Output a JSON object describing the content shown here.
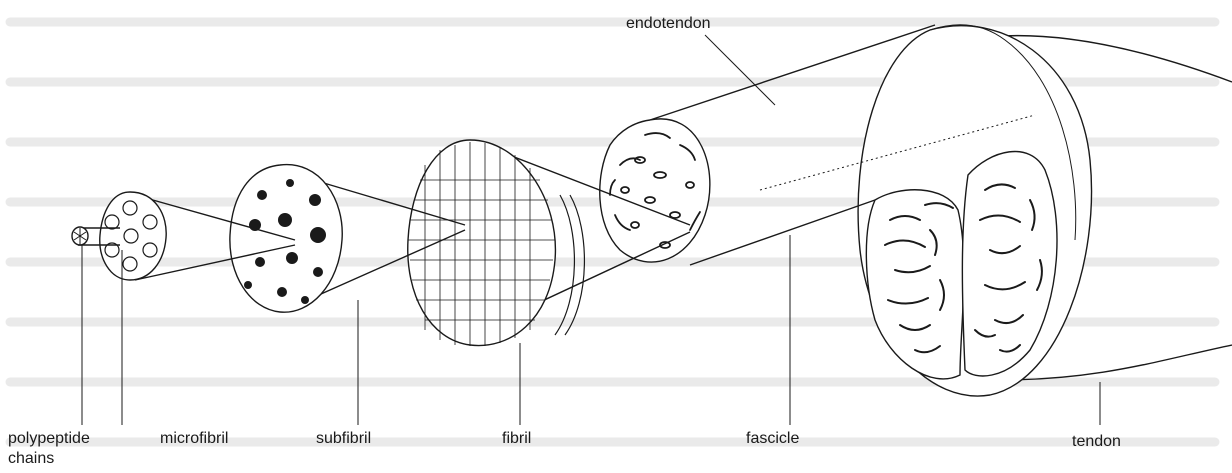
{
  "labels": {
    "endotendon": "endotendon",
    "polypeptide_line1": "polypeptide",
    "polypeptide_line2": "chains",
    "microfibril": "microfibril",
    "subfibril": "subfibril",
    "fibril": "fibril",
    "fascicle": "fascicle",
    "tendon": "tendon"
  },
  "colors": {
    "ink": "#1a1a1a",
    "background_text_lines": "#dcdcdc"
  }
}
